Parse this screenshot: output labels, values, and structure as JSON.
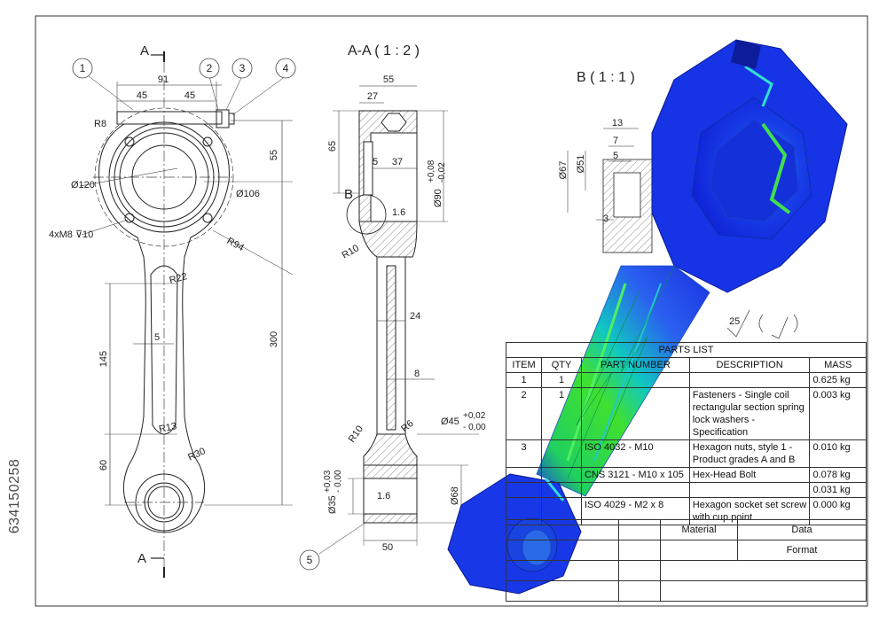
{
  "stock_id": "634150258",
  "view_labels": {
    "section_a_top": "A",
    "section_a_bottom": "A",
    "section_aa": "A-A ( 1 : 2 )",
    "detail_b": "B ( 1 : 1 )",
    "detail_b_marker": "B"
  },
  "balloons": [
    "1",
    "2",
    "3",
    "4",
    "5"
  ],
  "front_view_dims": {
    "d91": "91",
    "d45_left": "45",
    "d45_right": "45",
    "r8": "R8",
    "d55": "55",
    "phi120": "Ø120",
    "phi106": "Ø106",
    "holes": "4xM8 ⊽10",
    "r94": "R94",
    "r22": "R22",
    "d145": "145",
    "d5": "5",
    "d300": "300",
    "r13": "R13",
    "d60": "60",
    "r30": "R30"
  },
  "section_view_dims": {
    "d55": "55",
    "d27": "27",
    "d65": "65",
    "d5": "5",
    "d37": "37",
    "phi90": "Ø90",
    "phi90_tol_upper": "+0,08",
    "phi90_tol_lower": "-0,02",
    "r10_top": "R10",
    "d1_6_top": "1.6",
    "d24": "24",
    "d8": "8",
    "r10_bottom": "R10",
    "r6": "R6",
    "phi45": "Ø45",
    "phi45_tol_upper": "+0,02",
    "phi45_tol_lower": "- 0,00",
    "phi35": "Ø35",
    "phi35_tol_upper": "+0,03",
    "phi35_tol_lower": "- 0,00",
    "d1_6_bottom": "1.6",
    "phi68": "Ø68",
    "d50": "50"
  },
  "detail_dims": {
    "d13": "13",
    "d7": "7",
    "d5": "5",
    "phi51": "Ø51",
    "phi67": "Ø67",
    "d3": "3"
  },
  "surface_finish": "25",
  "parts_list": {
    "title": "PARTS LIST",
    "headers": [
      "ITEM",
      "QTY",
      "PART NUMBER",
      "DESCRIPTION",
      "MASS"
    ],
    "rows": [
      {
        "item": "1",
        "qty": "1",
        "part": "",
        "description": "",
        "mass": "0.625 kg"
      },
      {
        "item": "2",
        "qty": "1",
        "part": "",
        "description": "Fasteners - Single coil rectangular section spring lock washers - Specification",
        "mass": "0.003 kg"
      },
      {
        "item": "3",
        "qty": "",
        "part": "ISO 4032 - M10",
        "description": "Hexagon nuts, style 1 - Product grades A and B",
        "mass": "0.010 kg"
      },
      {
        "item": "",
        "qty": "",
        "part": "CNS 3121 - M10 x 105",
        "description": "Hex-Head Bolt",
        "mass": "0.078 kg"
      },
      {
        "item": "",
        "qty": "",
        "part": "",
        "description": "",
        "mass": "0.031 kg"
      },
      {
        "item": "",
        "qty": "",
        "part": "ISO 4029 - M2 x 8",
        "description": "Hexagon socket set screw with cup point",
        "mass": "0.000 kg"
      }
    ]
  },
  "title_block": {
    "material": "Material",
    "data": "Data",
    "format": "Format"
  },
  "colors": {
    "line": "#222222",
    "fea_blue": "#1030e0",
    "fea_cyan": "#00c8d8",
    "fea_green": "#22e030",
    "fea_yellow": "#c8ee20"
  }
}
